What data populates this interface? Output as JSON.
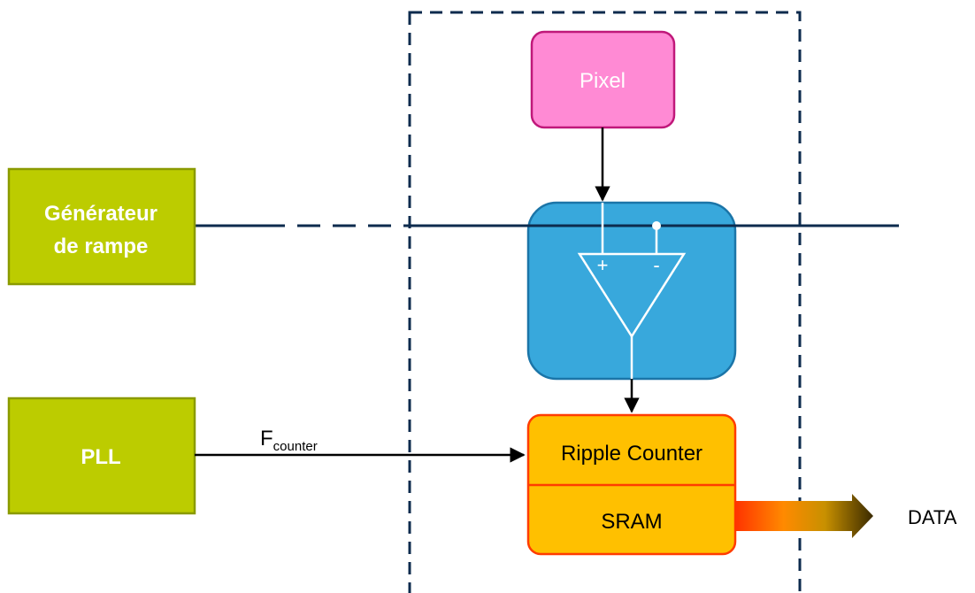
{
  "blocks": {
    "pixel": {
      "label": "Pixel"
    },
    "ramp_generator": {
      "line1": "Générateur",
      "line2": "de rampe"
    },
    "pll": {
      "label": "PLL"
    },
    "ripple_counter": {
      "label": "Ripple Counter"
    },
    "sram": {
      "label": "SRAM"
    }
  },
  "comparator": {
    "plus": "+",
    "minus": "-"
  },
  "signals": {
    "f_counter": {
      "main": "F",
      "sub": "counter"
    },
    "data_out": {
      "label": "DATA"
    }
  },
  "colors": {
    "pixel_fill": "#ff8ad4",
    "pixel_stroke": "#c0187a",
    "green_fill": "#bccc00",
    "green_stroke": "#8a9a00",
    "comparator_fill": "#38a8dc",
    "comparator_stroke": "#1b75a8",
    "counter_fill": "#ffc000",
    "counter_stroke": "#ff3c00",
    "line_dark": "#0d2b4e",
    "arrow_start": "#ff3300",
    "arrow_end": "#3a2a00"
  }
}
